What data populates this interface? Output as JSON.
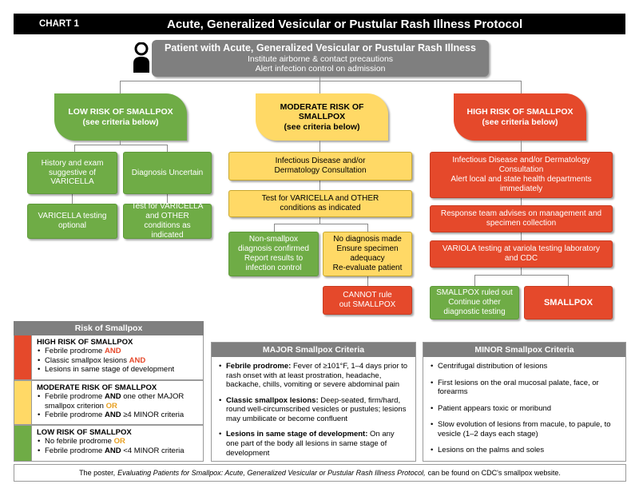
{
  "header": {
    "chart_label": "CHART 1",
    "title": "Acute, Generalized Vesicular or Pustular Rash Illness Protocol"
  },
  "top": {
    "title": "Patient with Acute, Generalized Vesicular or Pustular Rash Illness",
    "line1": "Institute airborne & contact precautions",
    "line2": "Alert infection control on admission"
  },
  "low": {
    "title": "LOW RISK OF SMALLPOX",
    "sub": "(see criteria below)",
    "history": "History and exam suggestive of VARICELLA",
    "uncertain": "Diagnosis Uncertain",
    "varicella_testing": "VARICELLA testing optional",
    "test_other": "Test for VARICELLA and OTHER conditions as indicated"
  },
  "moderate": {
    "title": "MODERATE RISK OF SMALLPOX",
    "sub": "(see criteria below)",
    "consult": "Infectious Disease and/or Dermatology Consultation",
    "test": "Test for VARICELLA and OTHER conditions as indicated",
    "nonsmallpox_1": "Non-smallpox diagnosis confirmed",
    "nonsmallpox_2": "Report results to infection control",
    "nodiag_1": "No diagnosis made",
    "nodiag_2": "Ensure specimen adequacy",
    "nodiag_3": "Re-evaluate patient",
    "cannot": "CANNOT rule out SMALLPOX"
  },
  "high": {
    "title": "HIGH RISK OF SMALLPOX",
    "sub": "(see criteria below)",
    "consult_1": "Infectious Disease and/or Dermatology Consultation",
    "consult_2": "Alert local and state health departments immediately",
    "response": "Response team advises on management and specimen collection",
    "variola": "VARIOLA testing at variola testing laboratory and CDC",
    "ruled_out_1": "SMALLPOX ruled out",
    "ruled_out_2": "Continue other diagnostic testing",
    "smallpox": "SMALLPOX"
  },
  "risk_table": {
    "title": "Risk of Smallpox",
    "high": {
      "heading": "HIGH RISK OF SMALLPOX",
      "b1_pre": "Febrile prodrome",
      "b1_kw": "AND",
      "b2_pre": "Classic smallpox lesions",
      "b2_kw": "AND",
      "b3": "Lesions in same stage of development"
    },
    "moderate": {
      "heading": "MODERATE RISK OF SMALLPOX",
      "b1_pre": "Febrile prodrome",
      "b1_and": "AND",
      "b1_post": "one other MAJOR smallpox criterion",
      "b1_or": "OR",
      "b2_pre": "Febrile prodrome",
      "b2_and": "AND",
      "b2_post": "≥4 MINOR criteria"
    },
    "low": {
      "heading": "LOW RISK OF SMALLPOX",
      "b1_pre": "No febrile prodrome",
      "b1_or": "OR",
      "b2_pre": "Febrile prodrome",
      "b2_and": "AND",
      "b2_post": "<4 MINOR criteria"
    },
    "colors": {
      "high": "#e5492b",
      "moderate": "#ffd966",
      "low": "#6fac46",
      "or_orange": "#e8a020",
      "and_red": "#e5492b"
    }
  },
  "major": {
    "title": "MAJOR Smallpox Criteria",
    "i1_label": "Febrile prodrome:",
    "i1_text": "Fever of ≥101°F, 1–4 days prior to rash onset with at least prostration, headache, backache, chills, vomiting or severe abdominal pain",
    "i2_label": "Classic smallpox lesions:",
    "i2_text": "Deep-seated, firm/hard, round well-circumscribed vesicles or pustules; lesions may umbilicate or become confluent",
    "i3_label": "Lesions in same stage of development:",
    "i3_text": "On any one part of the body all lesions in same stage of development"
  },
  "minor": {
    "title": "MINOR Smallpox Criteria",
    "items": [
      "Centrifugal distribution of lesions",
      "First lesions on the oral mucosal palate, face, or forearms",
      "Patient appears toxic or moribund",
      "Slow evolution of lesions from macule, to papule, to vesicle (1–2 days each stage)",
      "Lesions on the palms and soles"
    ]
  },
  "footer": {
    "pre": "The poster,",
    "italic": "Evaluating Patients for Smallpox: Acute, Generalized Vesicular or Pustular Rash Illness Protocol,",
    "post": "can be found on CDC's smallpox website."
  }
}
